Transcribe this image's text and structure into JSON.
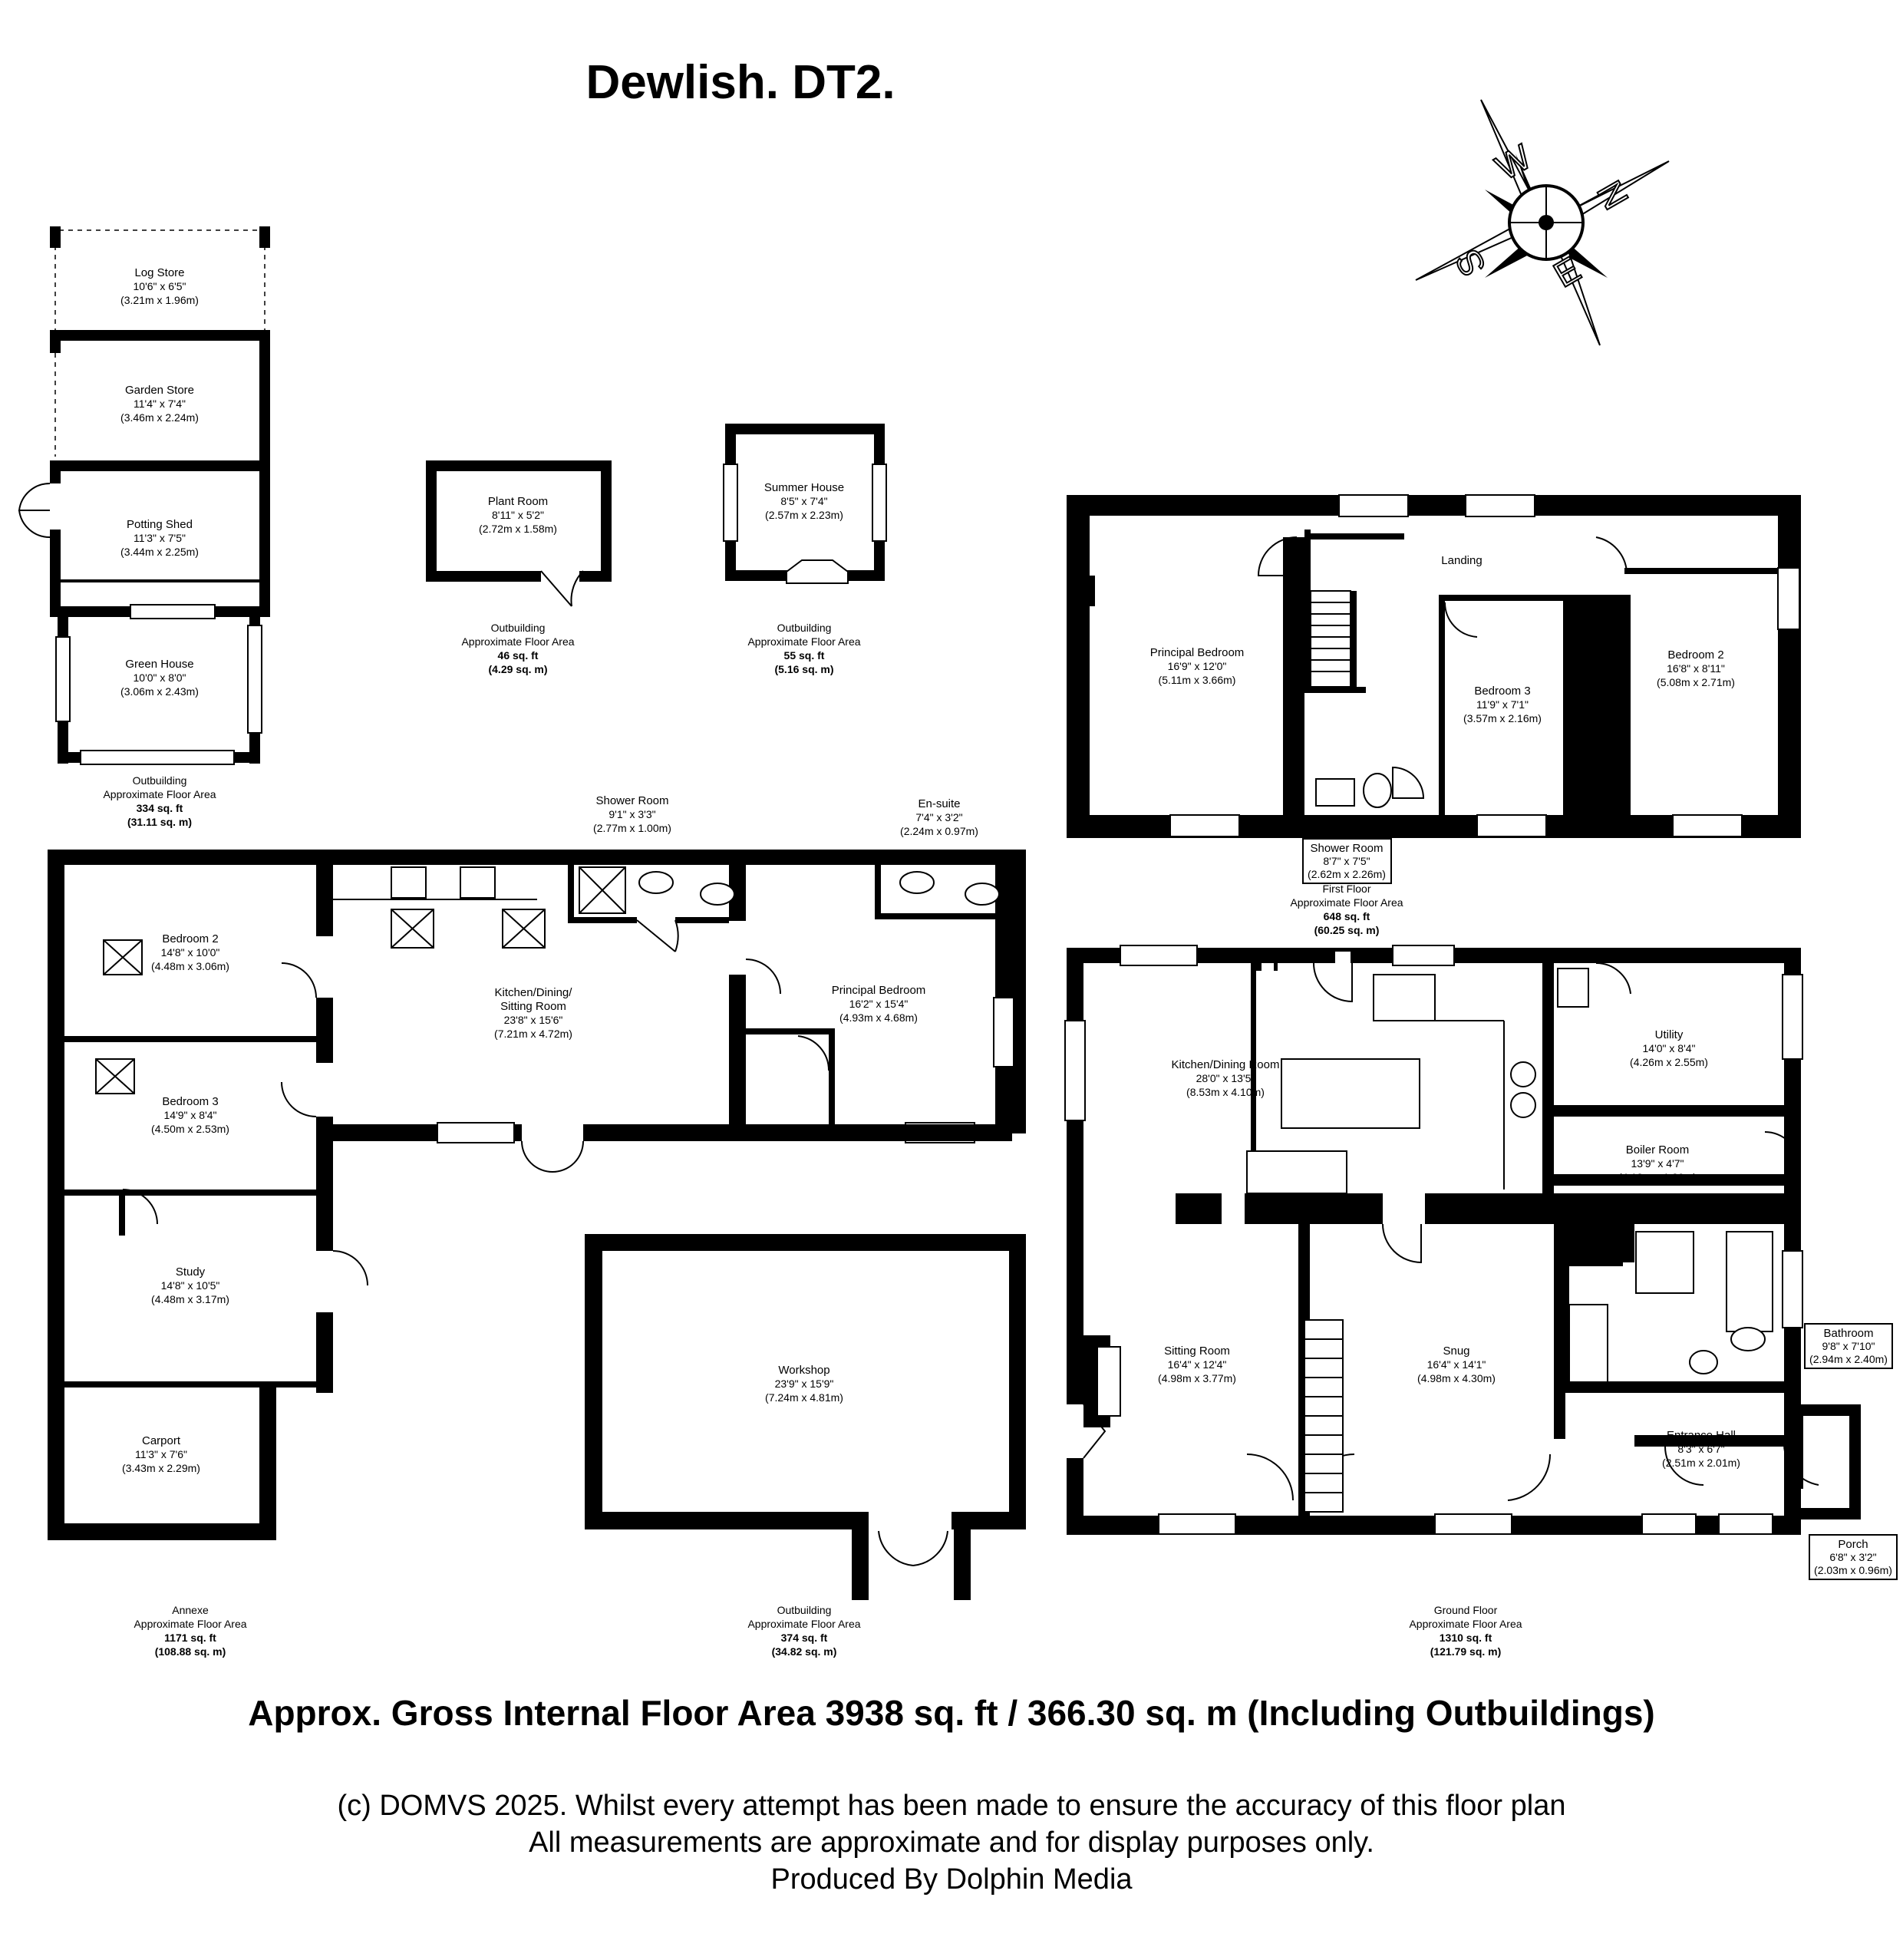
{
  "title": "Dewlish. DT2.",
  "compass": {
    "letters": [
      "N",
      "E",
      "S",
      "W"
    ],
    "icon": "compass-rose-icon"
  },
  "outbuilding_left": {
    "rooms": [
      {
        "name": "Log Store",
        "imperial": "10'6\" x 6'5\"",
        "metric": "(3.21m x 1.96m)"
      },
      {
        "name": "Garden Store",
        "imperial": "11'4\" x 7'4\"",
        "metric": "(3.46m x 2.24m)"
      },
      {
        "name": "Potting Shed",
        "imperial": "11'3\" x 7'5\"",
        "metric": "(3.44m x 2.25m)"
      },
      {
        "name": "Green House",
        "imperial": "10'0\" x 8'0\"",
        "metric": "(3.06m x 2.43m)"
      }
    ],
    "area": {
      "label": "Outbuilding",
      "caption": "Approximate Floor Area",
      "sqft": "334 sq. ft",
      "sqm": "(31.11 sq. m)"
    }
  },
  "plant_room": {
    "room": {
      "name": "Plant Room",
      "imperial": "8'11\" x 5'2\"",
      "metric": "(2.72m x 1.58m)"
    },
    "area": {
      "label": "Outbuilding",
      "caption": "Approximate Floor Area",
      "sqft": "46 sq. ft",
      "sqm": "(4.29 sq. m)"
    }
  },
  "summer_house": {
    "room": {
      "name": "Summer House",
      "imperial": "8'5\" x 7'4\"",
      "metric": "(2.57m x 2.23m)"
    },
    "area": {
      "label": "Outbuilding",
      "caption": "Approximate Floor Area",
      "sqft": "55 sq. ft",
      "sqm": "(5.16 sq. m)"
    }
  },
  "first_floor": {
    "rooms": [
      {
        "name": "Landing",
        "imperial": "",
        "metric": ""
      },
      {
        "name": "Principal Bedroom",
        "imperial": "16'9\" x 12'0\"",
        "metric": "(5.11m x 3.66m)"
      },
      {
        "name": "Bedroom 3",
        "imperial": "11'9\" x 7'1\"",
        "metric": "(3.57m x 2.16m)"
      },
      {
        "name": "Bedroom 2",
        "imperial": "16'8\" x 8'11\"",
        "metric": "(5.08m x 2.71m)"
      },
      {
        "name": "Shower Room",
        "imperial": "8'7\" x 7'5\"",
        "metric": "(2.62m x 2.26m)"
      }
    ],
    "area": {
      "label": "First Floor",
      "caption": "Approximate Floor Area",
      "sqft": "648 sq. ft",
      "sqm": "(60.25 sq. m)"
    }
  },
  "annexe": {
    "rooms": [
      {
        "name": "Shower Room",
        "imperial": "9'1\" x 3'3\"",
        "metric": "(2.77m x 1.00m)"
      },
      {
        "name": "En-suite",
        "imperial": "7'4\" x 3'2\"",
        "metric": "(2.24m x 0.97m)"
      },
      {
        "name": "Bedroom 2",
        "imperial": "14'8\" x 10'0\"",
        "metric": "(4.48m x 3.06m)"
      },
      {
        "name": "Kitchen/Dining/",
        "line2": "Sitting Room",
        "imperial": "23'8\" x 15'6\"",
        "metric": "(7.21m x 4.72m)"
      },
      {
        "name": "Principal Bedroom",
        "imperial": "16'2\" x 15'4\"",
        "metric": "(4.93m x 4.68m)"
      },
      {
        "name": "Bedroom 3",
        "imperial": "14'9\" x 8'4\"",
        "metric": "(4.50m x 2.53m)"
      },
      {
        "name": "Study",
        "imperial": "14'8\" x 10'5\"",
        "metric": "(4.48m x 3.17m)"
      },
      {
        "name": "Carport",
        "imperial": "11'3\" x 7'6\"",
        "metric": "(3.43m x 2.29m)"
      }
    ],
    "area": {
      "label": "Annexe",
      "caption": "Approximate Floor Area",
      "sqft": "1171 sq. ft",
      "sqm": "(108.88 sq. m)"
    }
  },
  "workshop": {
    "room": {
      "name": "Workshop",
      "imperial": "23'9\" x 15'9\"",
      "metric": "(7.24m x 4.81m)"
    },
    "area": {
      "label": "Outbuilding",
      "caption": "Approximate Floor Area",
      "sqft": "374 sq. ft",
      "sqm": "(34.82 sq. m)"
    }
  },
  "ground_floor": {
    "rooms": [
      {
        "name": "Kitchen/Dining Room",
        "imperial": "28'0\" x 13'5\"",
        "metric": "(8.53m x 4.10m)"
      },
      {
        "name": "Utility",
        "imperial": "14'0\" x 8'4\"",
        "metric": "(4.26m x 2.55m)"
      },
      {
        "name": "Boiler Room",
        "imperial": "13'9\" x 4'7\"",
        "metric": "(4.18m x 1.39m)"
      },
      {
        "name": "Sitting Room",
        "imperial": "16'4\" x 12'4\"",
        "metric": "(4.98m x 3.77m)"
      },
      {
        "name": "Snug",
        "imperial": "16'4\" x 14'1\"",
        "metric": "(4.98m x 4.30m)"
      },
      {
        "name": "Bathroom",
        "imperial": "9'8\" x 7'10\"",
        "metric": "(2.94m x 2.40m)"
      },
      {
        "name": "Entrance Hall",
        "imperial": "8'3\" x 6'7\"",
        "metric": "(2.51m x 2.01m)"
      },
      {
        "name": "Porch",
        "imperial": "6'8\" x 3'2\"",
        "metric": "(2.03m x 0.96m)"
      }
    ],
    "area": {
      "label": "Ground Floor",
      "caption": "Approximate Floor Area",
      "sqft": "1310 sq. ft",
      "sqm": "(121.79 sq. m)"
    }
  },
  "gross_area": "Approx. Gross Internal Floor Area 3938 sq. ft / 366.30 sq. m (Including Outbuildings)",
  "disclaimer": [
    "(c) DOMVS 2025. Whilst every attempt has been made to ensure the accuracy of this floor plan",
    "All measurements are approximate and for display purposes only.",
    "Produced By Dolphin Media"
  ]
}
